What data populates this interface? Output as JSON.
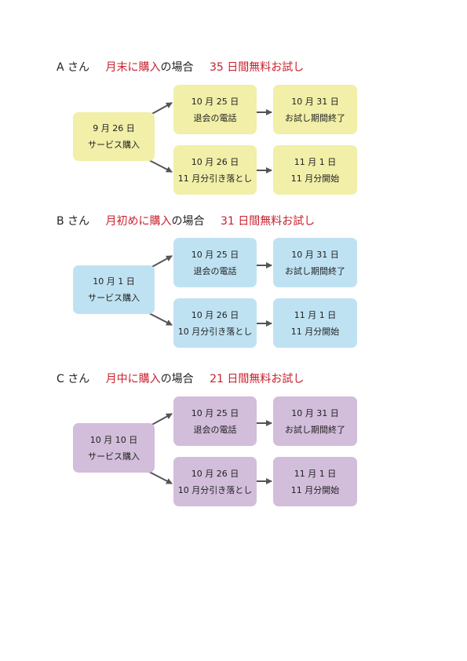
{
  "colors": {
    "accent_red": "#c8202c",
    "arrow": "#555555"
  },
  "scenarios": [
    {
      "person": "A さん",
      "case": "月末に購入",
      "suffix": "の場合",
      "trial": "35 日間無料お試し",
      "box_color": "#f1efa8",
      "purchase": {
        "date": "9 月 26 日",
        "action": "サービス購入"
      },
      "cancel": {
        "date": "10 月 25 日",
        "action": "退会の電話"
      },
      "trial_end": {
        "date": "10 月 31 日",
        "action": "お試し期間終了"
      },
      "charge": {
        "date": "10 月 26 日",
        "action": "11 月分引き落とし"
      },
      "start": {
        "date": "11 月 1 日",
        "action": "11 月分開始"
      }
    },
    {
      "person": "B さん",
      "case": "月初めに購入",
      "suffix": "の場合",
      "trial": "31 日間無料お試し",
      "box_color": "#bfe2f2",
      "purchase": {
        "date": "10 月 1 日",
        "action": "サービス購入"
      },
      "cancel": {
        "date": "10 月 25 日",
        "action": "退会の電話"
      },
      "trial_end": {
        "date": "10 月 31 日",
        "action": "お試し期間終了"
      },
      "charge": {
        "date": "10 月 26 日",
        "action": "10 月分引き落とし"
      },
      "start": {
        "date": "11 月 1 日",
        "action": "11 月分開始"
      }
    },
    {
      "person": "C さん",
      "case": "月中に購入",
      "suffix": "の場合",
      "trial": "21 日間無料お試し",
      "box_color": "#d2bddb",
      "purchase": {
        "date": "10 月 10 日",
        "action": "サービス購入"
      },
      "cancel": {
        "date": "10 月 25 日",
        "action": "退会の電話"
      },
      "trial_end": {
        "date": "10 月 31 日",
        "action": "お試し期間終了"
      },
      "charge": {
        "date": "10 月 26 日",
        "action": "10 月分引き落とし"
      },
      "start": {
        "date": "11 月 1 日",
        "action": "11 月分開始"
      }
    }
  ]
}
